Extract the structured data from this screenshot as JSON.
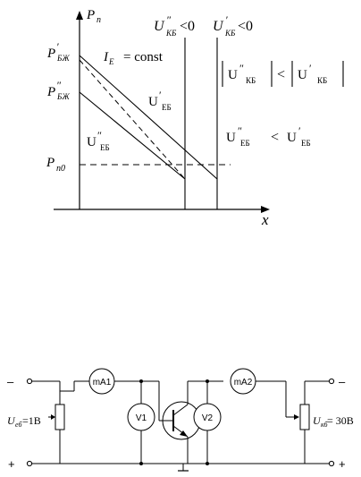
{
  "graph": {
    "y_axis": {
      "symbol": "P",
      "subscript": "n"
    },
    "x_axis": {
      "symbol": "x"
    },
    "left_axis_labels": [
      {
        "main": "P",
        "prime": "′",
        "subscript": "БЖ"
      },
      {
        "main": "P",
        "prime": "″",
        "subscript": "БЖ"
      },
      {
        "main": "P",
        "prime": "",
        "subscript": "n0"
      }
    ],
    "current_condition": {
      "symbol": "I",
      "subscript": "Е",
      "text": "= const"
    },
    "line_labels": [
      {
        "main": "U",
        "prime": "′",
        "subscript": "ЕБ"
      },
      {
        "main": "U",
        "prime": "″",
        "subscript": "ЕБ"
      }
    ],
    "top_conditions": [
      {
        "main": "U",
        "prime": "″",
        "subscript": "КБ",
        "rel": "<0"
      },
      {
        "main": "U",
        "prime": "′",
        "subscript": "КБ",
        "rel": "<0"
      }
    ],
    "relation_kb": {
      "left": {
        "main": "U",
        "prime": "″",
        "subscript": "КБ"
      },
      "op": "<",
      "right": {
        "main": "U",
        "prime": "′",
        "subscript": "КБ"
      }
    },
    "relation_eb": {
      "left": {
        "main": "U",
        "prime": "″",
        "subscript": "ЕБ"
      },
      "op": "<",
      "right": {
        "main": "U",
        "prime": "′",
        "subscript": "ЕБ"
      }
    }
  },
  "circuit": {
    "meters": [
      "mA1",
      "V1",
      "V2",
      "mA2"
    ],
    "terminals": {
      "top_left": "–",
      "top_right": "–",
      "bottom_left": "+",
      "bottom_right": "+"
    },
    "source_left": {
      "symbol": "U",
      "subscript": "еб",
      "value": "=1В"
    },
    "source_right": {
      "symbol": "U",
      "subscript": "кб",
      "value": "= 30В"
    }
  }
}
